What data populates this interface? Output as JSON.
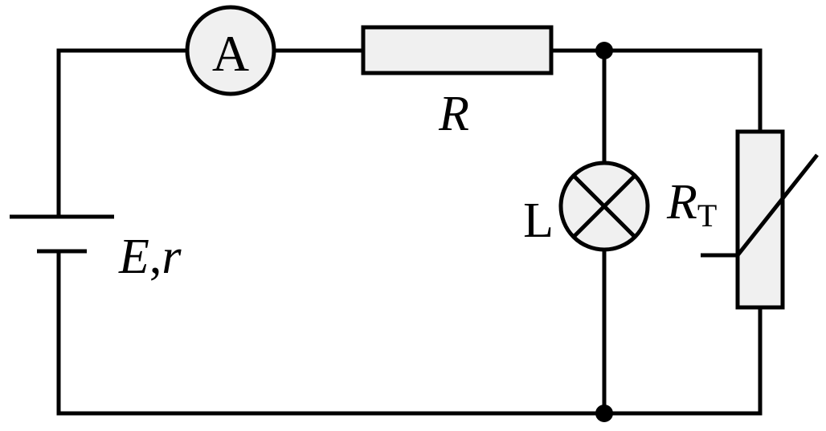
{
  "colors": {
    "line": "#000000",
    "component_fill": "#f0f0f0",
    "background": "#ffffff"
  },
  "labels": {
    "ammeter_symbol": "A",
    "resistor": "R",
    "lamp": "L",
    "thermistor_main": "R",
    "thermistor_sub": "T",
    "source_emf": "E",
    "source_sep": ",",
    "source_internal": "r"
  }
}
